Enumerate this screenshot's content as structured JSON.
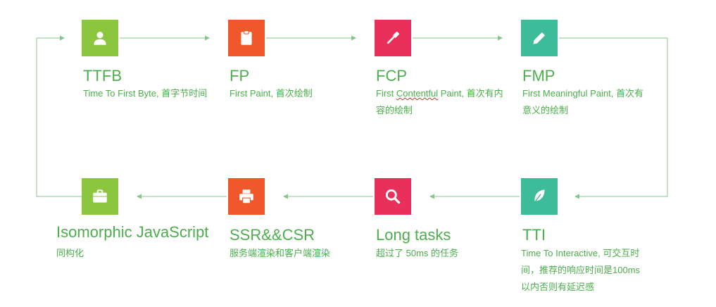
{
  "colors": {
    "lime": "#8cc63e",
    "orange": "#f0572a",
    "pink": "#e8305a",
    "teal": "#3cbc98",
    "text_green": "#4cae4c",
    "connector": "#7fc98a"
  },
  "steps": [
    {
      "id": "ttfb",
      "icon": "user-icon",
      "title": "TTFB",
      "desc": "Time To First Byte, 首字节时间"
    },
    {
      "id": "fp",
      "icon": "clipboard-icon",
      "title": "FP",
      "desc": "First Paint, 首次绘制"
    },
    {
      "id": "fcp",
      "icon": "brush-icon",
      "title": "FCP",
      "desc_a": "First ",
      "desc_b": "Contentful",
      "desc_c": " Paint, 首次有内容的绘制"
    },
    {
      "id": "fmp",
      "icon": "pencil-icon",
      "title": "FMP",
      "desc": "First Meaningful Paint, 首次有意义的绘制"
    },
    {
      "id": "tti",
      "icon": "feather-icon",
      "title": "TTI",
      "desc": "Time To Interactive, 可交互时间，推荐的响应时间是100ms 以内否则有延迟感"
    },
    {
      "id": "longtasks",
      "icon": "search-icon",
      "title": "Long tasks",
      "desc": "超过了 50ms 的任务"
    },
    {
      "id": "ssr",
      "icon": "printer-icon",
      "title": "SSR&&CSR",
      "desc": "服务端渲染和客户端渲染"
    },
    {
      "id": "iso",
      "icon": "briefcase-icon",
      "title": "Isomorphic JavaScript",
      "desc": "同构化"
    }
  ]
}
